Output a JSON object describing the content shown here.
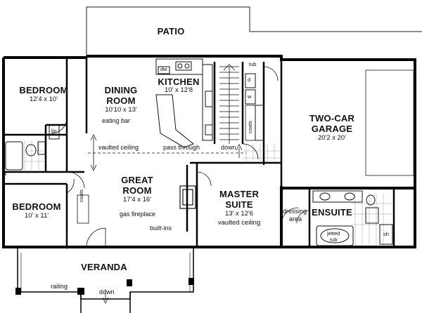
{
  "rooms": {
    "patio": {
      "name": "PATIO"
    },
    "bedroom1": {
      "name": "BEDROOM",
      "size": "12'4 x 10'"
    },
    "dining": {
      "name1": "DINING",
      "name2": "ROOM",
      "size": "10'10 x 13'"
    },
    "kitchen": {
      "name": "KITCHEN",
      "size": "10' x 12'8"
    },
    "garage": {
      "name1": "TWO-CAR",
      "name2": "GARAGE",
      "size": "20'2 x 20'"
    },
    "great_room": {
      "name1": "GREAT",
      "name2": "ROOM",
      "size": "17'4 x 16'"
    },
    "master": {
      "name1": "MASTER",
      "name2": "SUITE",
      "size": "13' x 12'6",
      "note": "vaulted ceiling"
    },
    "bedroom2": {
      "name": "BEDROOM",
      "size": "10' x 11'"
    },
    "ensuite": {
      "name": "ENSUITE"
    },
    "veranda": {
      "name": "VERANDA"
    }
  },
  "notes": {
    "eating_bar": "eating bar",
    "vaulted_ceiling": "vaulted ceiling",
    "pass_through": "pass through",
    "down_hall": "down",
    "gas_fireplace": "gas fireplace",
    "built_ins": "built-ins",
    "dressing_area1": "dressing",
    "dressing_area2": "area",
    "jetted_tub1": "jetted",
    "jetted_tub2": "tub",
    "railing": "railing",
    "down_veranda": "down",
    "coats_entry": "coats",
    "coats_bedroom": "coats",
    "dw": "dw",
    "w": "w",
    "d": "d",
    "lin": "lin",
    "sh": "sh",
    "tub_label": "tub"
  }
}
